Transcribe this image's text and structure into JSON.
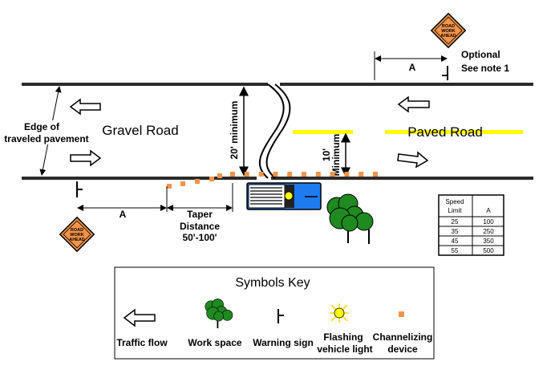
{
  "labels": {
    "gravel_road": "Gravel Road",
    "paved_road": "Paved Road",
    "edge_line1": "Edge of",
    "edge_line2": "traveled pavement",
    "twenty_min": "20' minimum",
    "ten_min_line1": "10'",
    "ten_min_line2": "Minimum",
    "a_bottom": "A",
    "a_top": "A",
    "taper_line1": "Taper",
    "taper_line2": "Distance",
    "taper_line3": "50'-100'",
    "optional": "Optional",
    "see_note": "See note 1",
    "sign_text": [
      "ROAD",
      "WORK",
      "AHEAD"
    ]
  },
  "table": {
    "headers": [
      "Speed",
      "Limit",
      "A"
    ],
    "rows": [
      [
        "25",
        "100"
      ],
      [
        "35",
        "250"
      ],
      [
        "45",
        "350"
      ],
      [
        "55",
        "500"
      ]
    ]
  },
  "key": {
    "title": "Symbols Key",
    "items": [
      "Traffic flow",
      "Work space",
      "Warning sign",
      "Flashing",
      "vehicle light",
      "Channelizing",
      "device"
    ]
  },
  "colors": {
    "cone": "#f4944a",
    "yellow": "#ffff00",
    "truck": "#1e7cf0",
    "tree": "#1f8a1f",
    "sign": "#f4944a"
  }
}
